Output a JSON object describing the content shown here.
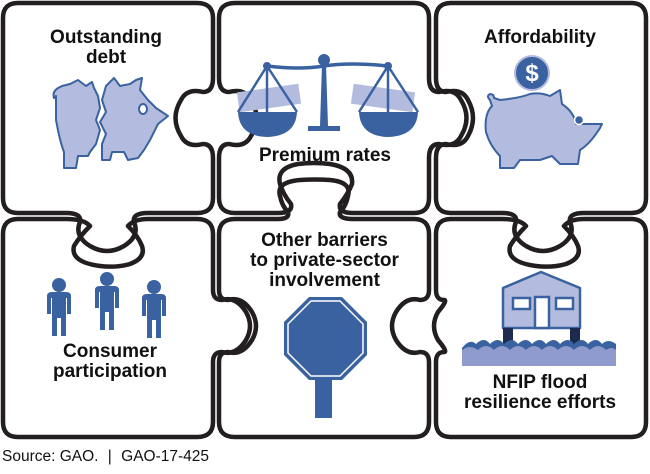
{
  "figure": {
    "pieces": [
      {
        "id": "outstanding-debt",
        "label_lines": [
          "Outstanding",
          "debt"
        ],
        "icon": "broken-piggy-bank-icon"
      },
      {
        "id": "premium-rates",
        "label_lines": [
          "Premium rates"
        ],
        "icon": "balance-scale-icon"
      },
      {
        "id": "affordability",
        "label_lines": [
          "Affordability"
        ],
        "icon": "piggy-bank-coin-icon"
      },
      {
        "id": "consumer-participation",
        "label_lines": [
          "Consumer",
          "participation"
        ],
        "icon": "people-icon"
      },
      {
        "id": "other-barriers",
        "label_lines": [
          "Other barriers",
          "to private-sector",
          "involvement"
        ],
        "icon": "stop-sign-icon"
      },
      {
        "id": "nfip-flood-resilience",
        "label_lines": [
          "NFIP flood",
          "resilience efforts"
        ],
        "icon": "elevated-house-flood-icon"
      }
    ],
    "coin_symbol": "$"
  },
  "footer": {
    "source": "Source: GAO.",
    "separator": "|",
    "report_id": "GAO-17-425"
  },
  "colors": {
    "outline": "#231f20",
    "icon_dark_blue": "#3a62a0",
    "icon_light_blue": "#b3bcde",
    "house_posts": "#1c2a4e",
    "water_light": "#8e9bcc"
  }
}
